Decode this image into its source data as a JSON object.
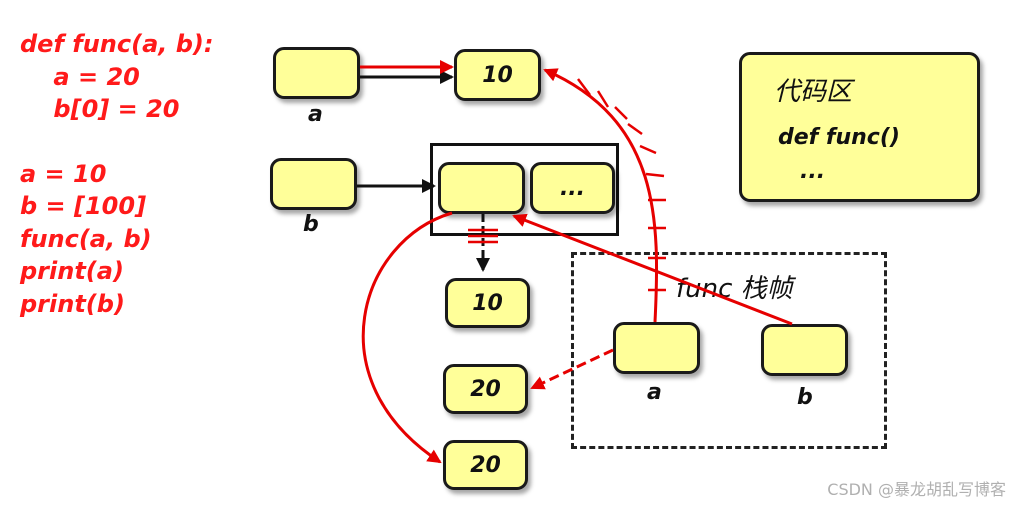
{
  "code_lines": [
    "def func(a, b):",
    "    a = 20",
    "    b[0] = 20",
    "",
    "a = 10",
    "b = [100]",
    "func(a, b)",
    "print(a)",
    "print(b)"
  ],
  "globals": {
    "a_label": "a",
    "b_label": "b"
  },
  "objects": {
    "ten_top": "10",
    "list_dots": "...",
    "ten_mid": "10",
    "twenty_mid": "20",
    "twenty_bottom": "20"
  },
  "code_area": {
    "title": "代码区",
    "def_text": "def func()",
    "dots": "..."
  },
  "frame": {
    "title": "func 栈帧",
    "a_label": "a",
    "b_label": "b"
  },
  "watermark": "CSDN @暴龙胡乱写博客",
  "colors": {
    "box_fill": "#ffff99",
    "arrow_red": "#e60000",
    "code_red": "#ff1a1a",
    "arrow_black": "#111111"
  }
}
